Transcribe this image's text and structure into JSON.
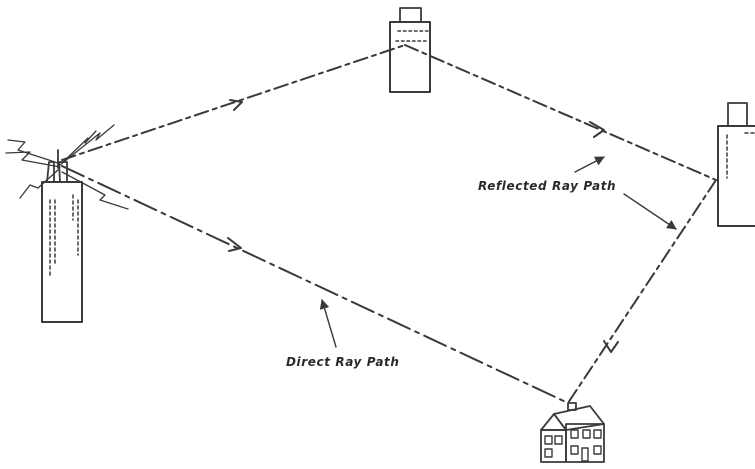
{
  "diagram": {
    "labels": {
      "reflected_ray_path": "Reflected Ray Path",
      "direct_ray_path": "Direct Ray Path"
    },
    "objects": [
      "transmitting-tower",
      "reflecting-building-top",
      "reflecting-building-right",
      "receiving-house"
    ],
    "colors": {
      "ink": "#3a3a3a",
      "background": "#ffffff"
    }
  }
}
